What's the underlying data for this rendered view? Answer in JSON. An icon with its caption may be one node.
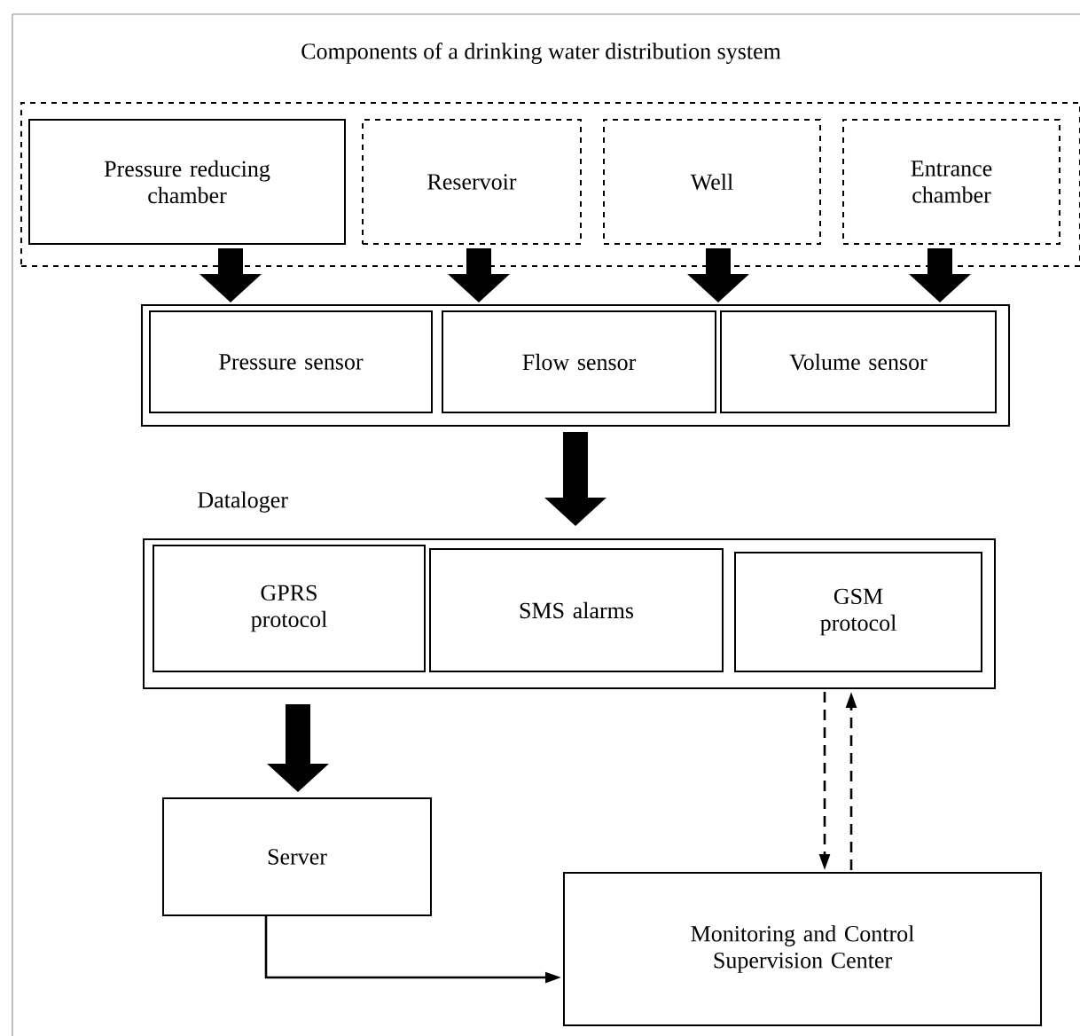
{
  "diagram": {
    "nodes": [
      {
        "text": [
          "Components of a drinking water distribution system"
        ]
      },
      {
        "text": [
          "Pressure reducing chamber"
        ],
        "in": 0
      },
      {
        "text": [
          "Reservoir"
        ],
        "in": 0
      },
      {
        "text": [
          "Well"
        ],
        "in": 0
      },
      {
        "text": [
          "Entrance chamber"
        ],
        "in": 0
      },
      {
        "text": [],
        "shape": "box"
      },
      {
        "text": [
          "Pressure sensor"
        ],
        "in": 5
      },
      {
        "text": [
          "Flow sensor"
        ],
        "in": 5
      },
      {
        "text": [
          "Volume sensor"
        ],
        "in": 5
      },
      {
        "text": [
          "Dataloger"
        ]
      },
      {
        "text": [
          "GPRS protocol"
        ],
        "in": 9
      },
      {
        "text": [
          "SMS alarms"
        ],
        "in": 9
      },
      {
        "text": [
          "GSM protocol"
        ],
        "in": 9
      },
      {
        "text": [
          "Server"
        ]
      },
      {
        "text": [
          "Monitoring and Control Supervision Center"
        ]
      }
    ],
    "edges": [
      {
        "from": 1,
        "to": 5,
        "arrow": "to"
      },
      {
        "from": 2,
        "to": 5,
        "arrow": "to"
      },
      {
        "from": 3,
        "to": 5,
        "arrow": "to"
      },
      {
        "from": 4,
        "to": 5,
        "arrow": "to"
      },
      {
        "from": 5,
        "to": 9,
        "arrow": "to"
      },
      {
        "from": 10,
        "to": 13,
        "arrow": "to"
      },
      {
        "from": 12,
        "to": 14,
        "arrow": "to",
        "style": "dashed"
      },
      {
        "from": 14,
        "to": 12,
        "arrow": "to",
        "style": "dashed"
      },
      {
        "from": 13,
        "to": 14,
        "arrow": "to"
      }
    ]
  }
}
